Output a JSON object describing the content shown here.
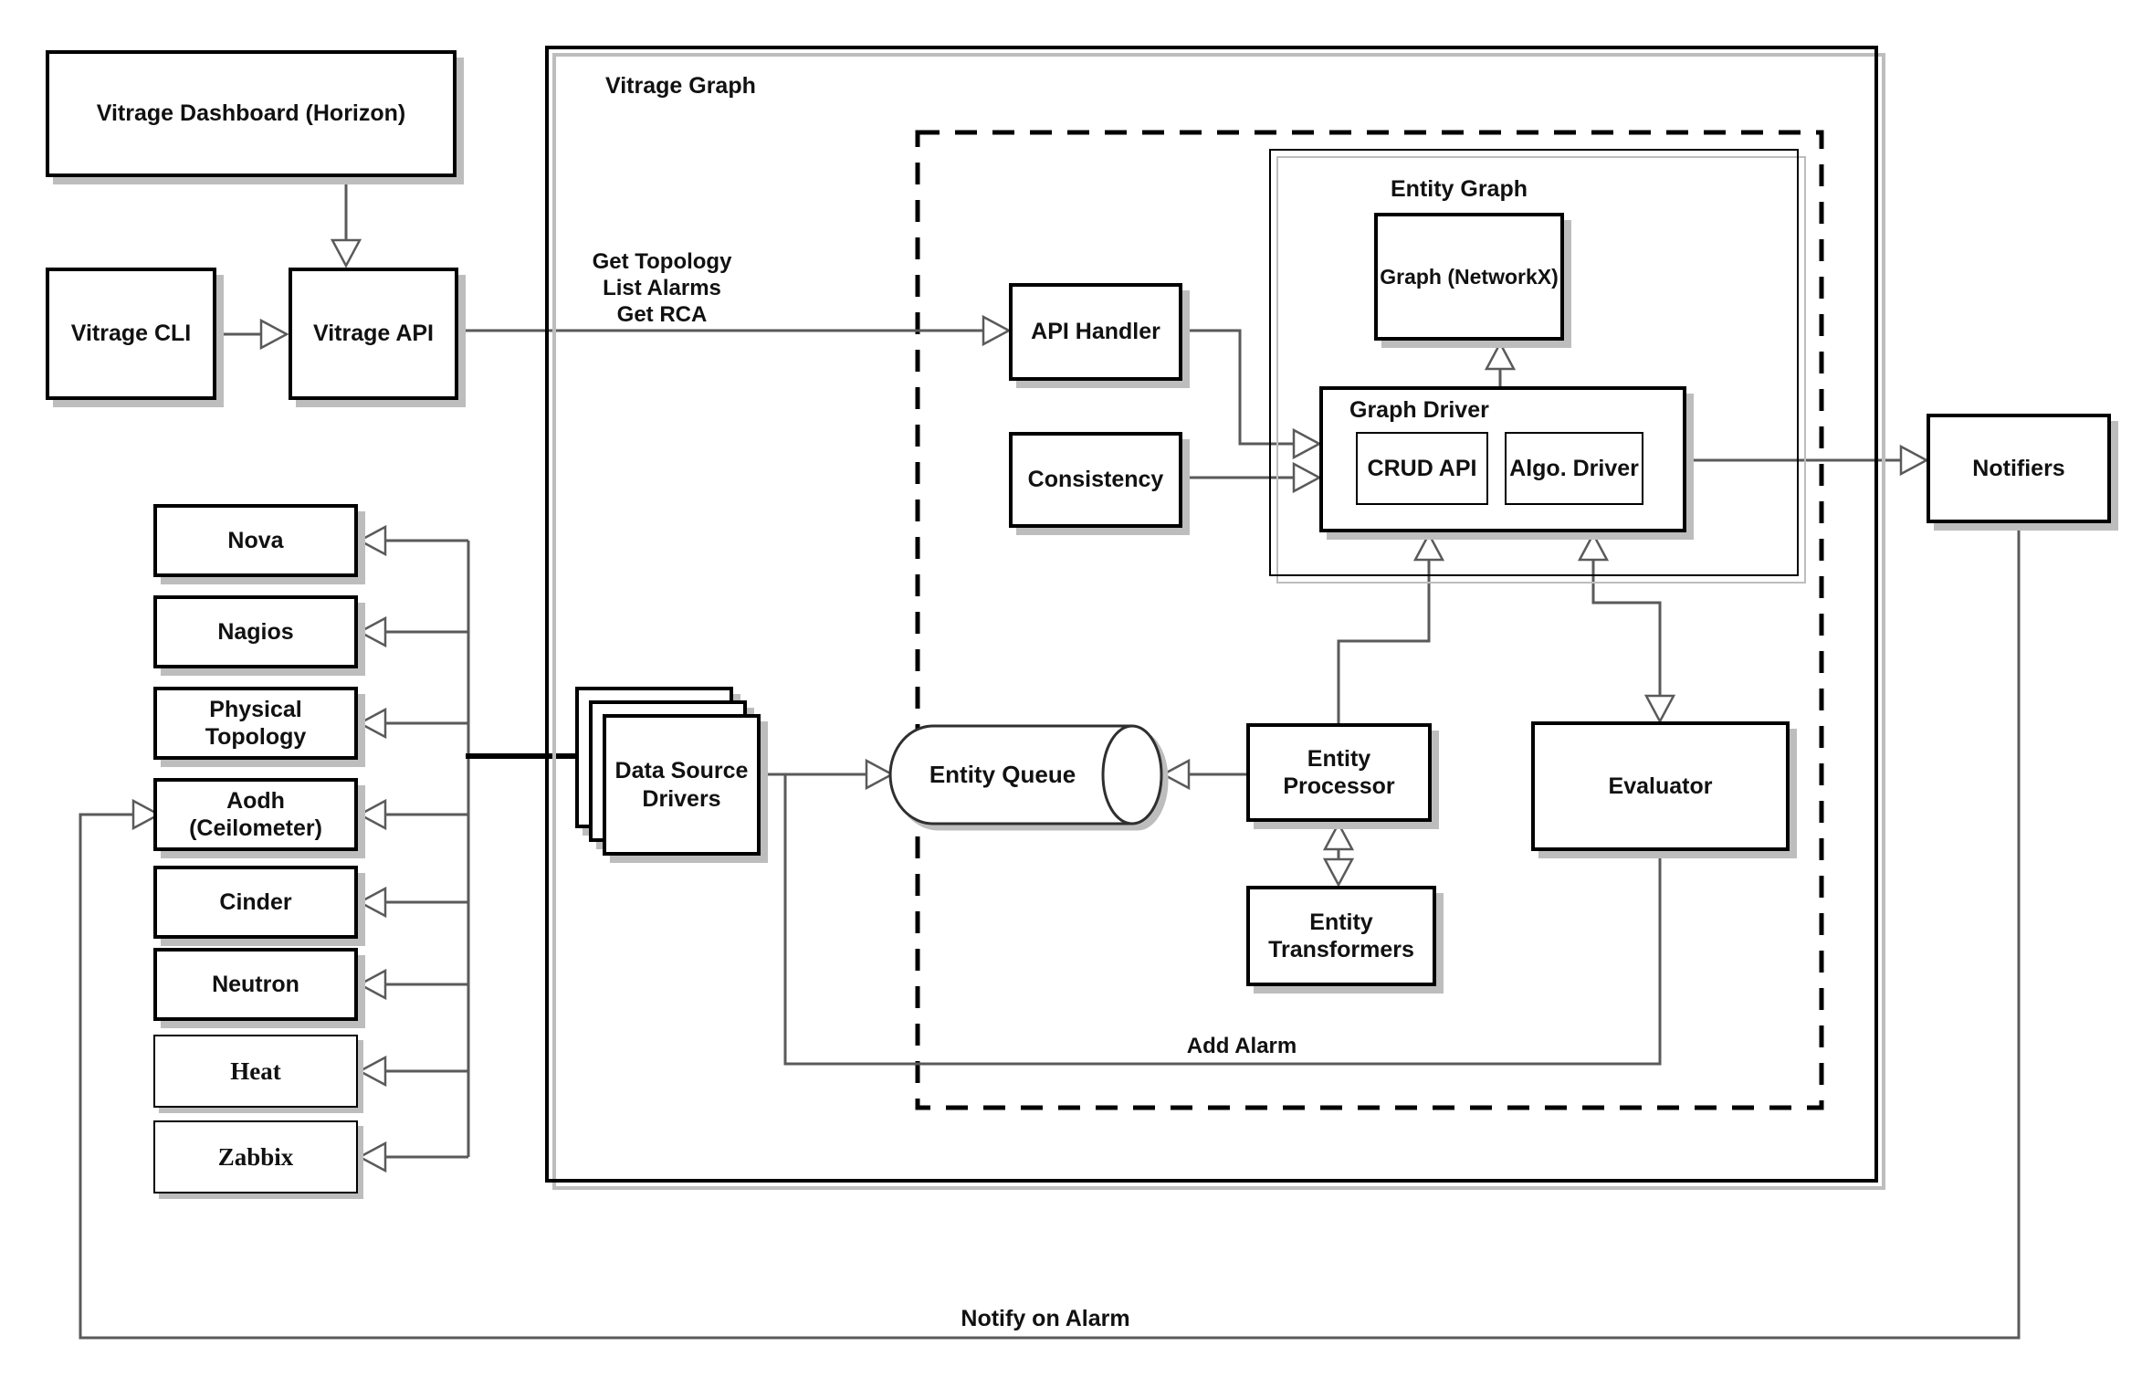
{
  "colors": {
    "background": "#ffffff",
    "box-border": "#000000",
    "connector": "#5a5a5a",
    "shadow": "#bdbdbd",
    "text": "#111111"
  },
  "containers": {
    "vitrage_graph": "Vitrage Graph",
    "entity_graph": "Entity Graph",
    "graph_driver": "Graph Driver"
  },
  "nodes": {
    "dashboard": "Vitrage Dashboard (Horizon)",
    "cli": "Vitrage CLI",
    "api": "Vitrage API",
    "api_handler": "API Handler",
    "consistency": "Consistency",
    "graph_networkx": "Graph (NetworkX)",
    "crud_api": "CRUD API",
    "algo_driver": "Algo. Driver",
    "notifiers": "Notifiers",
    "data_source_drivers": "Data Source Drivers",
    "entity_queue": "Entity Queue",
    "entity_processor": "Entity Processor",
    "entity_transformers": "Entity Transformers",
    "evaluator": "Evaluator"
  },
  "data_sources": [
    "Nova",
    "Nagios",
    "Physical Topology",
    "Aodh (Ceilometer)",
    "Cinder",
    "Neutron",
    "Heat",
    "Zabbix"
  ],
  "edge_labels": {
    "get_topology": "Get Topology",
    "list_alarms": "List Alarms",
    "get_rca": "Get RCA",
    "add_alarm": "Add Alarm",
    "notify_on_alarm": "Notify on Alarm"
  }
}
